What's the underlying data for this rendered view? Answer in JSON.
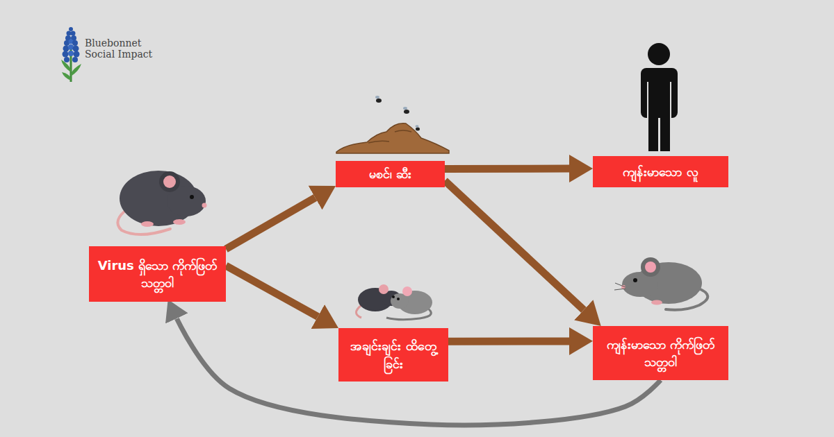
{
  "diagram": {
    "nodes": [
      {
        "text": [
          "Virus ရှိသော ကိုက်ဖြတ်သတ္တဝါ"
        ]
      },
      {
        "text": [
          "မစင်၊ ဆီး"
        ]
      },
      {
        "text": [
          "အချင်းချင်း ထိတွေ့ခြင်း"
        ]
      },
      {
        "text": [
          "ကျန်းမာသော လူ"
        ]
      },
      {
        "text": [
          "ကျန်းမာသော ကိုက်ဖြတ်သတ္တဝါ"
        ]
      }
    ],
    "edges": [
      {
        "from": 0,
        "to": 1,
        "arrow": "to"
      },
      {
        "from": 0,
        "to": 2,
        "arrow": "to"
      },
      {
        "from": 1,
        "to": 3,
        "arrow": "to"
      },
      {
        "from": 1,
        "to": 4,
        "arrow": "to"
      },
      {
        "from": 2,
        "to": 4,
        "arrow": "to"
      },
      {
        "from": 4,
        "to": 0,
        "arrow": "to"
      }
    ],
    "labels": [
      "Bluebonnet",
      "Social Impact"
    ]
  }
}
